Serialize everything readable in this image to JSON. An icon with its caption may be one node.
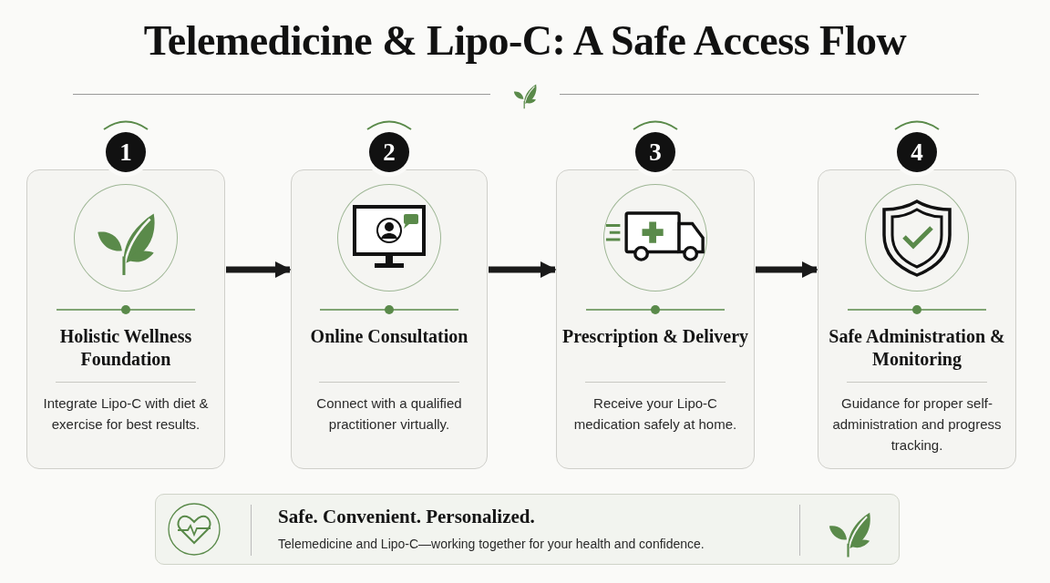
{
  "diagram": {
    "title": "Telemedicine & Lipo-C: A Safe Access Flow",
    "nodes": [
      {
        "text": [
          "1",
          "Holistic Wellness Foundation",
          "Integrate Lipo-C with diet & exercise for best results."
        ]
      },
      {
        "text": [
          "2",
          "Online Consultation",
          "Connect with a qualified practitioner virtually."
        ]
      },
      {
        "text": [
          "3",
          "Prescription & Delivery",
          "Receive your Lipo-C medication safely at home."
        ]
      },
      {
        "text": [
          "4",
          "Safe Administration & Monitoring",
          "Guidance for proper self-administration and progress tracking."
        ]
      },
      {
        "text": [
          "Safe. Convenient. Personalized.",
          "Telemedicine and Lipo-C—working together for your health and confidence."
        ]
      }
    ],
    "edges": [
      {
        "from": 0,
        "to": 1,
        "arrow": "to"
      },
      {
        "from": 1,
        "to": 2,
        "arrow": "to"
      },
      {
        "from": 2,
        "to": 3,
        "arrow": "to"
      }
    ]
  }
}
